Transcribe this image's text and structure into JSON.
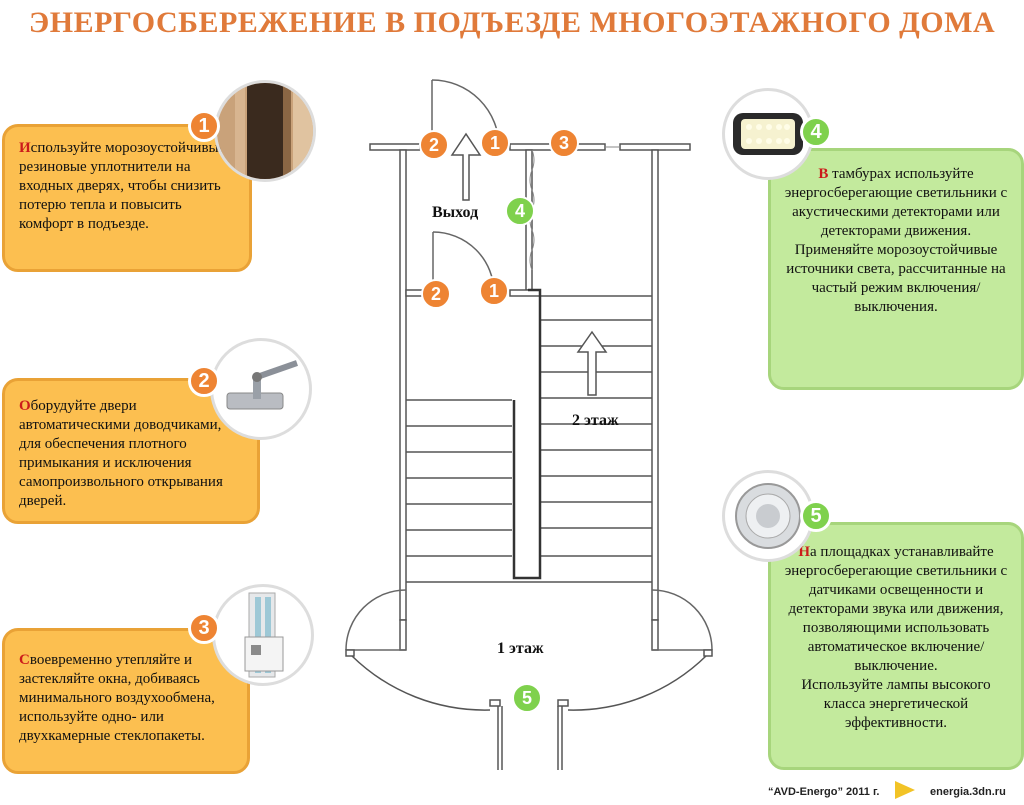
{
  "title": "ЭНЕРГОСБЕРЕЖЕНИЕ В ПОДЪЕЗДЕ МНОГОЭТАЖНОГО ДОМА",
  "cards": {
    "c1": {
      "number": "1",
      "cap": "И",
      "text": "спользуйте морозоустойчивые резиновые уплотнители на входных дверях, чтобы снизить потерю тепла и повысить комфорт в подъезде."
    },
    "c2": {
      "number": "2",
      "cap": "О",
      "text": "борудуйте двери автоматическими доводчиками, для обеспечения плотного примыкания и исключения самопроизвольного открывания дверей."
    },
    "c3": {
      "number": "3",
      "cap": "С",
      "text": "воевременно утепляйте и застекляйте окна, добиваясь минимального воздухообмена, используйте одно- или двухкамерные стеклопакеты."
    },
    "c4": {
      "number": "4",
      "cap": "В",
      "text1": " тамбурах используйте энергосберегающие светильники с акустическими детекторами или детекторами движения.",
      "text2": "Применяйте морозоустойчивые источники света, рассчитанные на частый режим включения/ выключения."
    },
    "c5": {
      "number": "5",
      "cap": "Н",
      "text1": "а площадках устанавливайте энергосберегающие светильники с датчиками освещенности и детекторами звука или движения, позволяющими использовать автоматическое включение/выключение.",
      "text2": "Используйте лампы высокого класса энергетической эффективности."
    }
  },
  "plan": {
    "exit_label": "Выход",
    "floor2_label": "2 этаж",
    "floor1_label": "1 этаж",
    "markers": [
      "2",
      "1",
      "3",
      "4",
      "2",
      "1",
      "5"
    ]
  },
  "footer": {
    "brand": "“AVD-Energo” 2011 г.",
    "site": "energia.3dn.ru"
  },
  "colors": {
    "orange": "#ee8433",
    "green": "#7fd14d",
    "title": "#e07a3a",
    "cap": "#cc1b1b"
  }
}
